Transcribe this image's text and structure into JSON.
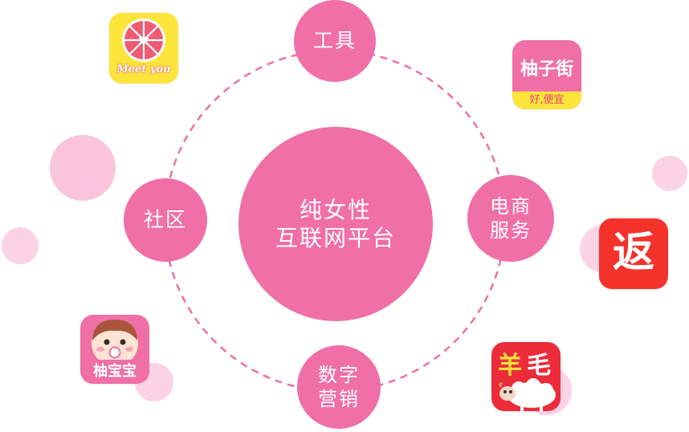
{
  "colors": {
    "node": "#f06fa7",
    "dash": "#f06fa7",
    "bubble_light": "#fbd3e5",
    "bubble_mid": "#f9c4dc"
  },
  "center": {
    "line1": "纯女性",
    "line2": "互联网平台"
  },
  "nodes": {
    "tools": {
      "label": "工具"
    },
    "community": {
      "label": "社区"
    },
    "ecommerce": {
      "line1": "电商",
      "line2": "服务"
    },
    "marketing": {
      "line1": "数字",
      "line2": "营销"
    }
  },
  "apps": {
    "meetyou": {
      "text": "Meet you",
      "icon": "grapefruit-logo"
    },
    "youzijie": {
      "title": "柚子街",
      "subtitle": "好,便宜"
    },
    "fan": {
      "glyph": "返"
    },
    "youbaobao": {
      "label": "柚宝宝",
      "icon": "baby-face"
    },
    "yangmao": {
      "glyph1": "羊",
      "glyph2": "毛",
      "icon": "sheep"
    }
  }
}
